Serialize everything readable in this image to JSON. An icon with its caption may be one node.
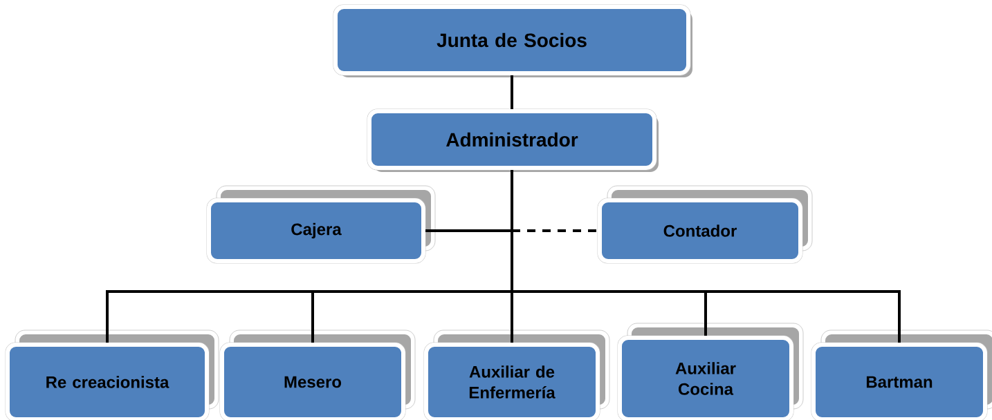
{
  "diagram": {
    "nodes": [
      {
        "text": [
          "Junta de Socios"
        ]
      },
      {
        "text": [
          "Administrador"
        ]
      },
      {
        "text": [
          "Cajera"
        ]
      },
      {
        "text": [
          "Contador"
        ]
      },
      {
        "text": [
          "Re creacionista"
        ]
      },
      {
        "text": [
          "Mesero"
        ]
      },
      {
        "text": [
          "Auxiliar de Enfermería"
        ]
      },
      {
        "text": [
          "Auxiliar Cocina"
        ]
      },
      {
        "text": [
          "Bartman"
        ]
      }
    ],
    "edges": [
      {
        "from": 0,
        "to": 1,
        "arrow": "none"
      },
      {
        "from": 1,
        "to": 2,
        "arrow": "none"
      },
      {
        "from": 1,
        "to": 3,
        "arrow": "none",
        "style": "dashed"
      },
      {
        "from": 1,
        "to": 4,
        "arrow": "none"
      },
      {
        "from": 1,
        "to": 5,
        "arrow": "none"
      },
      {
        "from": 1,
        "to": 6,
        "arrow": "none"
      },
      {
        "from": 1,
        "to": 7,
        "arrow": "none"
      },
      {
        "from": 1,
        "to": 8,
        "arrow": "none"
      }
    ]
  }
}
